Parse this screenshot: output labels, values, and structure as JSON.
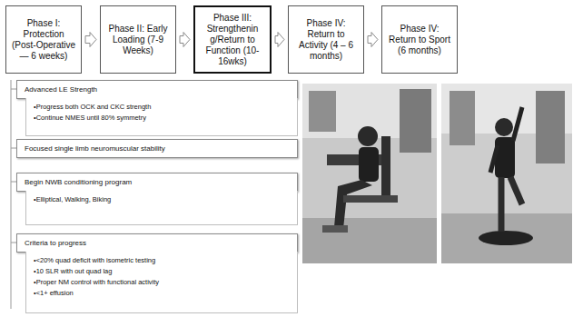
{
  "diagram": {
    "nodes": [
      {
        "text": [
          "Phase I: Protection (Post-Operative— 6 weeks)"
        ]
      },
      {
        "text": [
          "Phase II: Early Loading (7-9 Weeks)"
        ]
      },
      {
        "text": [
          "Phase III: Strengthenin g/Return to Function (10-16wks)"
        ]
      },
      {
        "text": [
          "Phase IV: Return to Activity (4 – 6 months)"
        ]
      },
      {
        "text": [
          "Phase IV: Return to Sport (6 months)"
        ]
      },
      {
        "text": [
          "Advanced LE Strength"
        ]
      },
      {
        "text": [
          "•Progress both OCK and CKC strength",
          "•Continue NMES until 80% symmetry"
        ]
      },
      {
        "text": [
          "Focused single limb neuromuscular stability"
        ]
      },
      {
        "text": [
          "Begin NWB conditioning program"
        ]
      },
      {
        "text": [
          "•Elliptical, Walking, Biking"
        ]
      },
      {
        "text": [
          "Criteria to progress"
        ]
      },
      {
        "text": [
          "•<20% quad deficit with isometric testing",
          "•10 SLR with out quad lag",
          "•Proper NM control with functional activity",
          "•<1+ effusion"
        ]
      }
    ],
    "edges": [
      {
        "from": 0,
        "to": 1,
        "arrow": "to"
      },
      {
        "from": 1,
        "to": 2,
        "arrow": "to"
      },
      {
        "from": 2,
        "to": 3,
        "arrow": "to"
      },
      {
        "from": 3,
        "to": 4,
        "arrow": "to"
      }
    ]
  }
}
